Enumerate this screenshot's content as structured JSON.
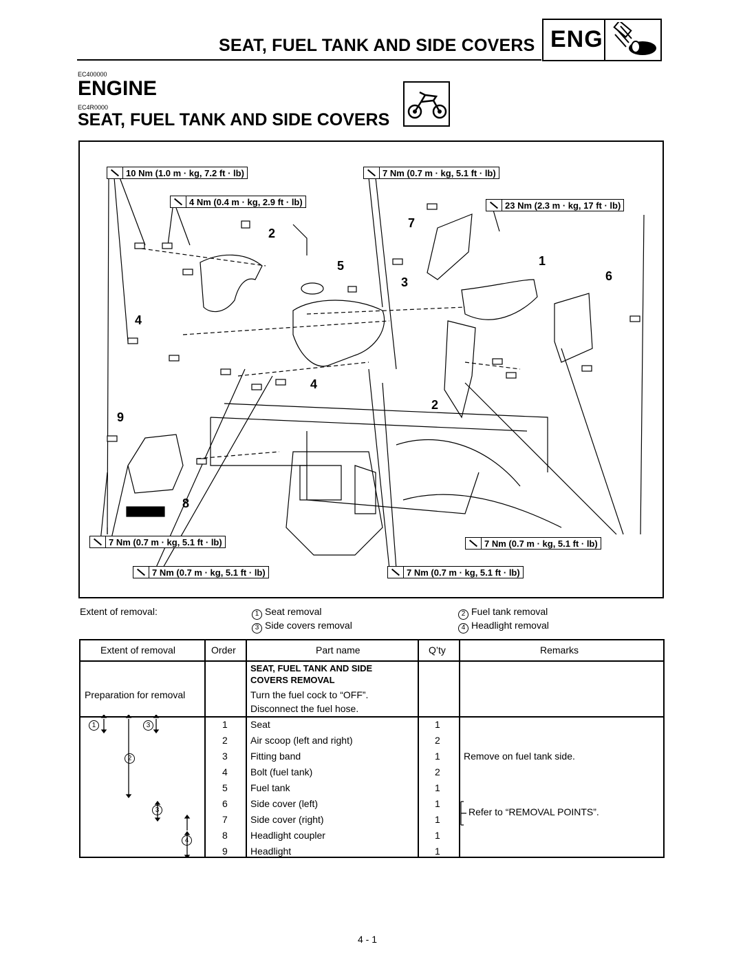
{
  "header": {
    "title": "SEAT, FUEL TANK AND SIDE COVERS",
    "tag": "ENG",
    "tag_icon": "engine-piston-icon"
  },
  "codes": {
    "chapter": "EC400000",
    "section": "EC4R0000"
  },
  "chapter_title": "ENGINE",
  "section_title": "SEAT, FUEL TANK AND SIDE COVERS",
  "section_icon": "motorcycle-icon",
  "figure": {
    "torques": [
      "10 Nm (1.0 m · kg, 7.2 ft · lb)",
      "4 Nm (0.4 m · kg, 2.9 ft · lb)",
      "7 Nm (0.7 m · kg, 5.1 ft · lb)",
      "23 Nm (2.3 m · kg, 17 ft · lb)",
      "7 Nm (0.7 m · kg, 5.1 ft · lb)",
      "7 Nm (0.7 m · kg, 5.1 ft · lb)",
      "7 Nm (0.7 m · kg, 5.1 ft · lb)",
      "7 Nm (0.7 m · kg, 5.1 ft · lb)"
    ],
    "part_numbers": [
      "2",
      "5",
      "3",
      "7",
      "1",
      "6",
      "4",
      "4",
      "2",
      "9",
      "8"
    ]
  },
  "extent": {
    "label": "Extent of removal:",
    "items": [
      {
        "num": "1",
        "text": "Seat removal"
      },
      {
        "num": "2",
        "text": "Fuel tank removal"
      },
      {
        "num": "3",
        "text": "Side covers removal"
      },
      {
        "num": "4",
        "text": "Headlight removal"
      }
    ]
  },
  "table": {
    "headers": [
      "Extent of removal",
      "Order",
      "Part name",
      "Q’ty",
      "Remarks"
    ],
    "prep": {
      "extent": "Preparation for removal",
      "title_line1": "SEAT, FUEL TANK AND SIDE",
      "title_line2": "COVERS REMOVAL",
      "step1": "Turn the fuel cock to “OFF”.",
      "step2": "Disconnect the fuel hose."
    },
    "extent_marks": [
      "1",
      "3",
      "2",
      "3",
      "4"
    ],
    "rows": [
      {
        "order": "1",
        "part": "Seat",
        "qty": "1",
        "remarks": ""
      },
      {
        "order": "2",
        "part": "Air scoop (left and right)",
        "qty": "2",
        "remarks": ""
      },
      {
        "order": "3",
        "part": "Fitting band",
        "qty": "1",
        "remarks": "Remove on fuel tank side."
      },
      {
        "order": "4",
        "part": "Bolt (fuel tank)",
        "qty": "2",
        "remarks": ""
      },
      {
        "order": "5",
        "part": "Fuel tank",
        "qty": "1",
        "remarks": ""
      },
      {
        "order": "6",
        "part": "Side cover (left)",
        "qty": "1",
        "remarks": ""
      },
      {
        "order": "7",
        "part": "Side cover (right)",
        "qty": "1",
        "remarks": ""
      },
      {
        "order": "8",
        "part": "Headlight coupler",
        "qty": "1",
        "remarks": ""
      },
      {
        "order": "9",
        "part": "Headlight",
        "qty": "1",
        "remarks": ""
      }
    ],
    "group_remark": "Refer to “REMOVAL POINTS”."
  },
  "page_number": "4 - 1"
}
